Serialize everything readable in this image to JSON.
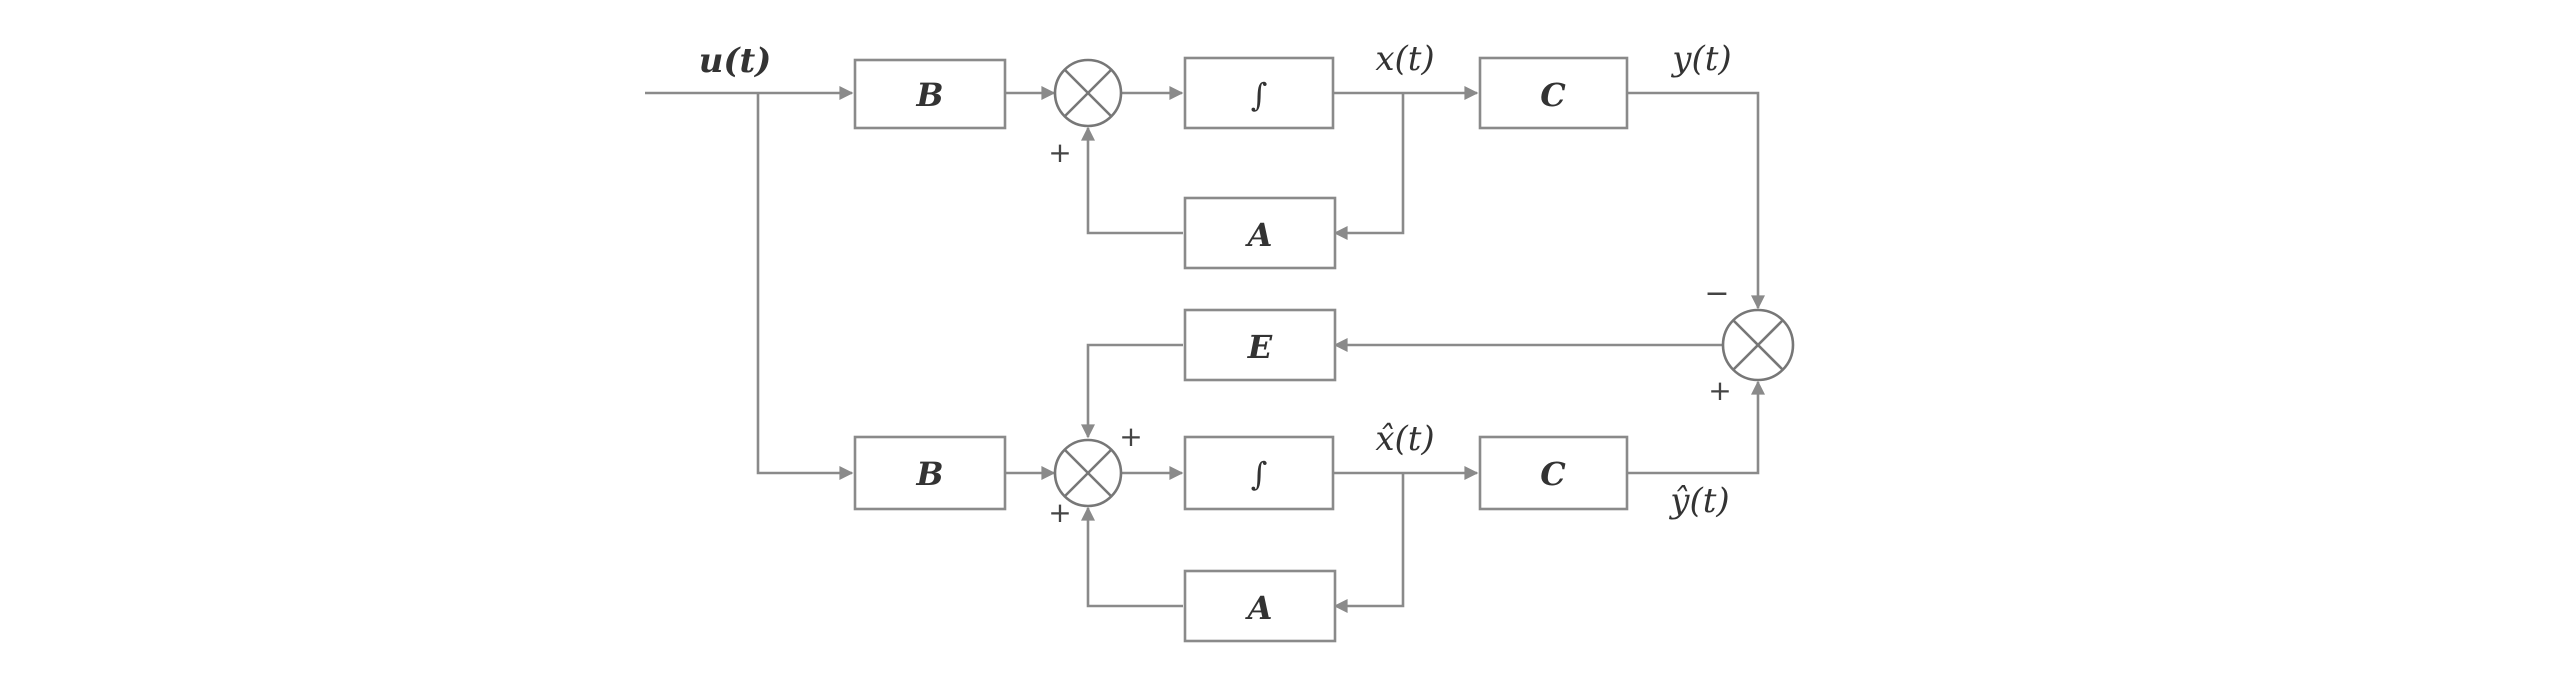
{
  "signals": {
    "input": "u(t)",
    "state": "x(t)",
    "output": "y(t)",
    "state_estimate": "x̂(t)",
    "output_estimate": "ŷ(t)"
  },
  "blocks": {
    "b_plant": "B",
    "integrator_plant": "∫",
    "c_plant": "C",
    "a_plant": "A",
    "e_gain": "E",
    "b_observer": "B",
    "integrator_observer": "∫",
    "c_observer": "C",
    "a_observer": "A"
  },
  "signs": {
    "plant_feedback": "+",
    "error_minus": "−",
    "error_plus": "+",
    "observer_correction": "+",
    "observer_feedback": "+"
  }
}
